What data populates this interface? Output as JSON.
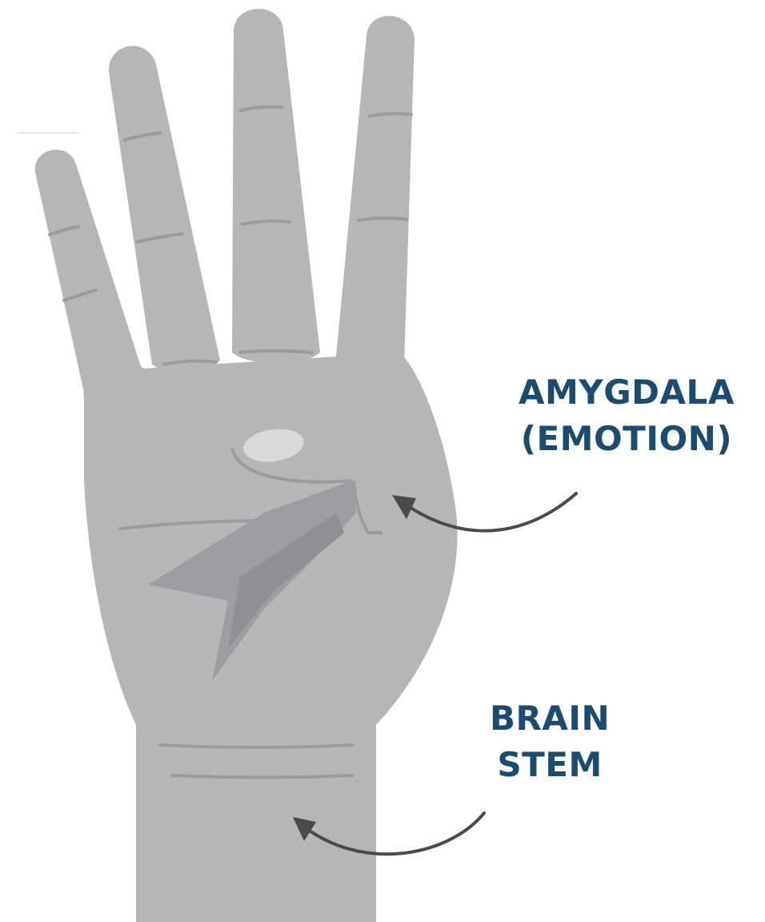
{
  "labels": {
    "amygdala": {
      "line1": "AMYGDALA",
      "line2": "(EMOTION)"
    },
    "brain_stem": {
      "line1": "BRAIN",
      "line2": "STEM"
    }
  },
  "colors": {
    "hand_fill": "#b4b6b8",
    "hand_shadow": "#9c9ea1",
    "thumb_fold": "#8e9093",
    "crease": "#9a9c9f",
    "nail": "#d8d9da",
    "label_text": "#1b4b6e",
    "arrow": "#4a4a4a"
  }
}
